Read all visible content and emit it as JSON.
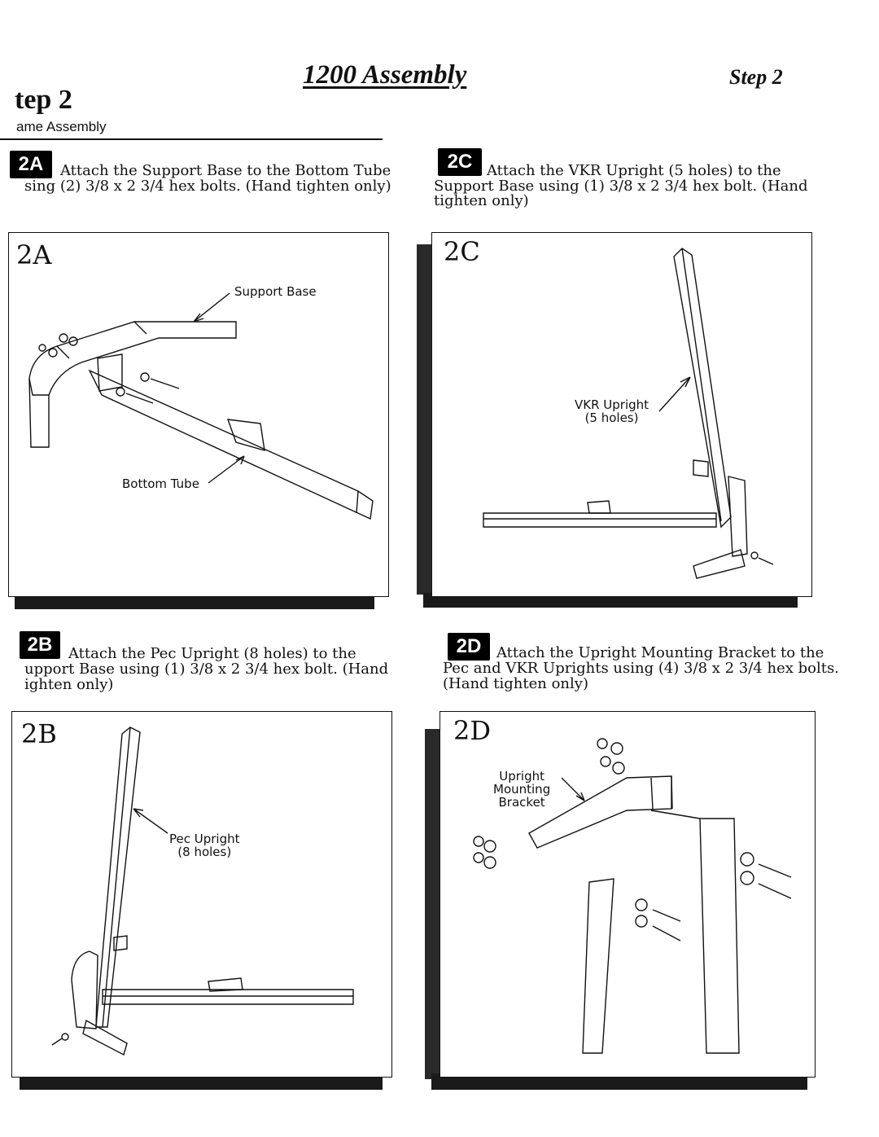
{
  "header": {
    "title": "1200 Assembly",
    "step_right": "Step 2",
    "step_left": "tep 2",
    "subtitle": "ame Assembly"
  },
  "steps": {
    "a": {
      "badge": "2A",
      "line1": "Attach the Support Base to the Bottom Tube",
      "line2": "sing (2) 3/8 x 2 3/4 hex bolts. (Hand tighten only)"
    },
    "b": {
      "badge": "2B",
      "line1": "Attach the Pec Upright (8 holes) to the",
      "line2": "upport Base using (1) 3/8 x 2 3/4 hex bolt. (Hand",
      "line3": "ighten only)"
    },
    "c": {
      "badge": "2C",
      "line1": "Attach the VKR Upright (5 holes) to the",
      "line2": "Support Base using (1) 3/8 x 2 3/4 hex bolt. (Hand",
      "line3": "tighten only)"
    },
    "d": {
      "badge": "2D",
      "line1": "Attach the Upright Mounting Bracket to the",
      "line2": "Pec and VKR Uprights using (4) 3/8 x 2 3/4 hex bolts.",
      "line3": "(Hand tighten only)"
    }
  },
  "panels": {
    "a": {
      "label": "2A",
      "callout1": "Support Base",
      "callout2": "Bottom Tube"
    },
    "b": {
      "label": "2B",
      "callout1_l1": "Pec Upright",
      "callout1_l2": "(8 holes)"
    },
    "c": {
      "label": "2C",
      "callout1_l1": "VKR Upright",
      "callout1_l2": "(5 holes)"
    },
    "d": {
      "label": "2D",
      "callout1_l1": "Upright",
      "callout1_l2": "Mounting",
      "callout1_l3": "Bracket"
    }
  }
}
